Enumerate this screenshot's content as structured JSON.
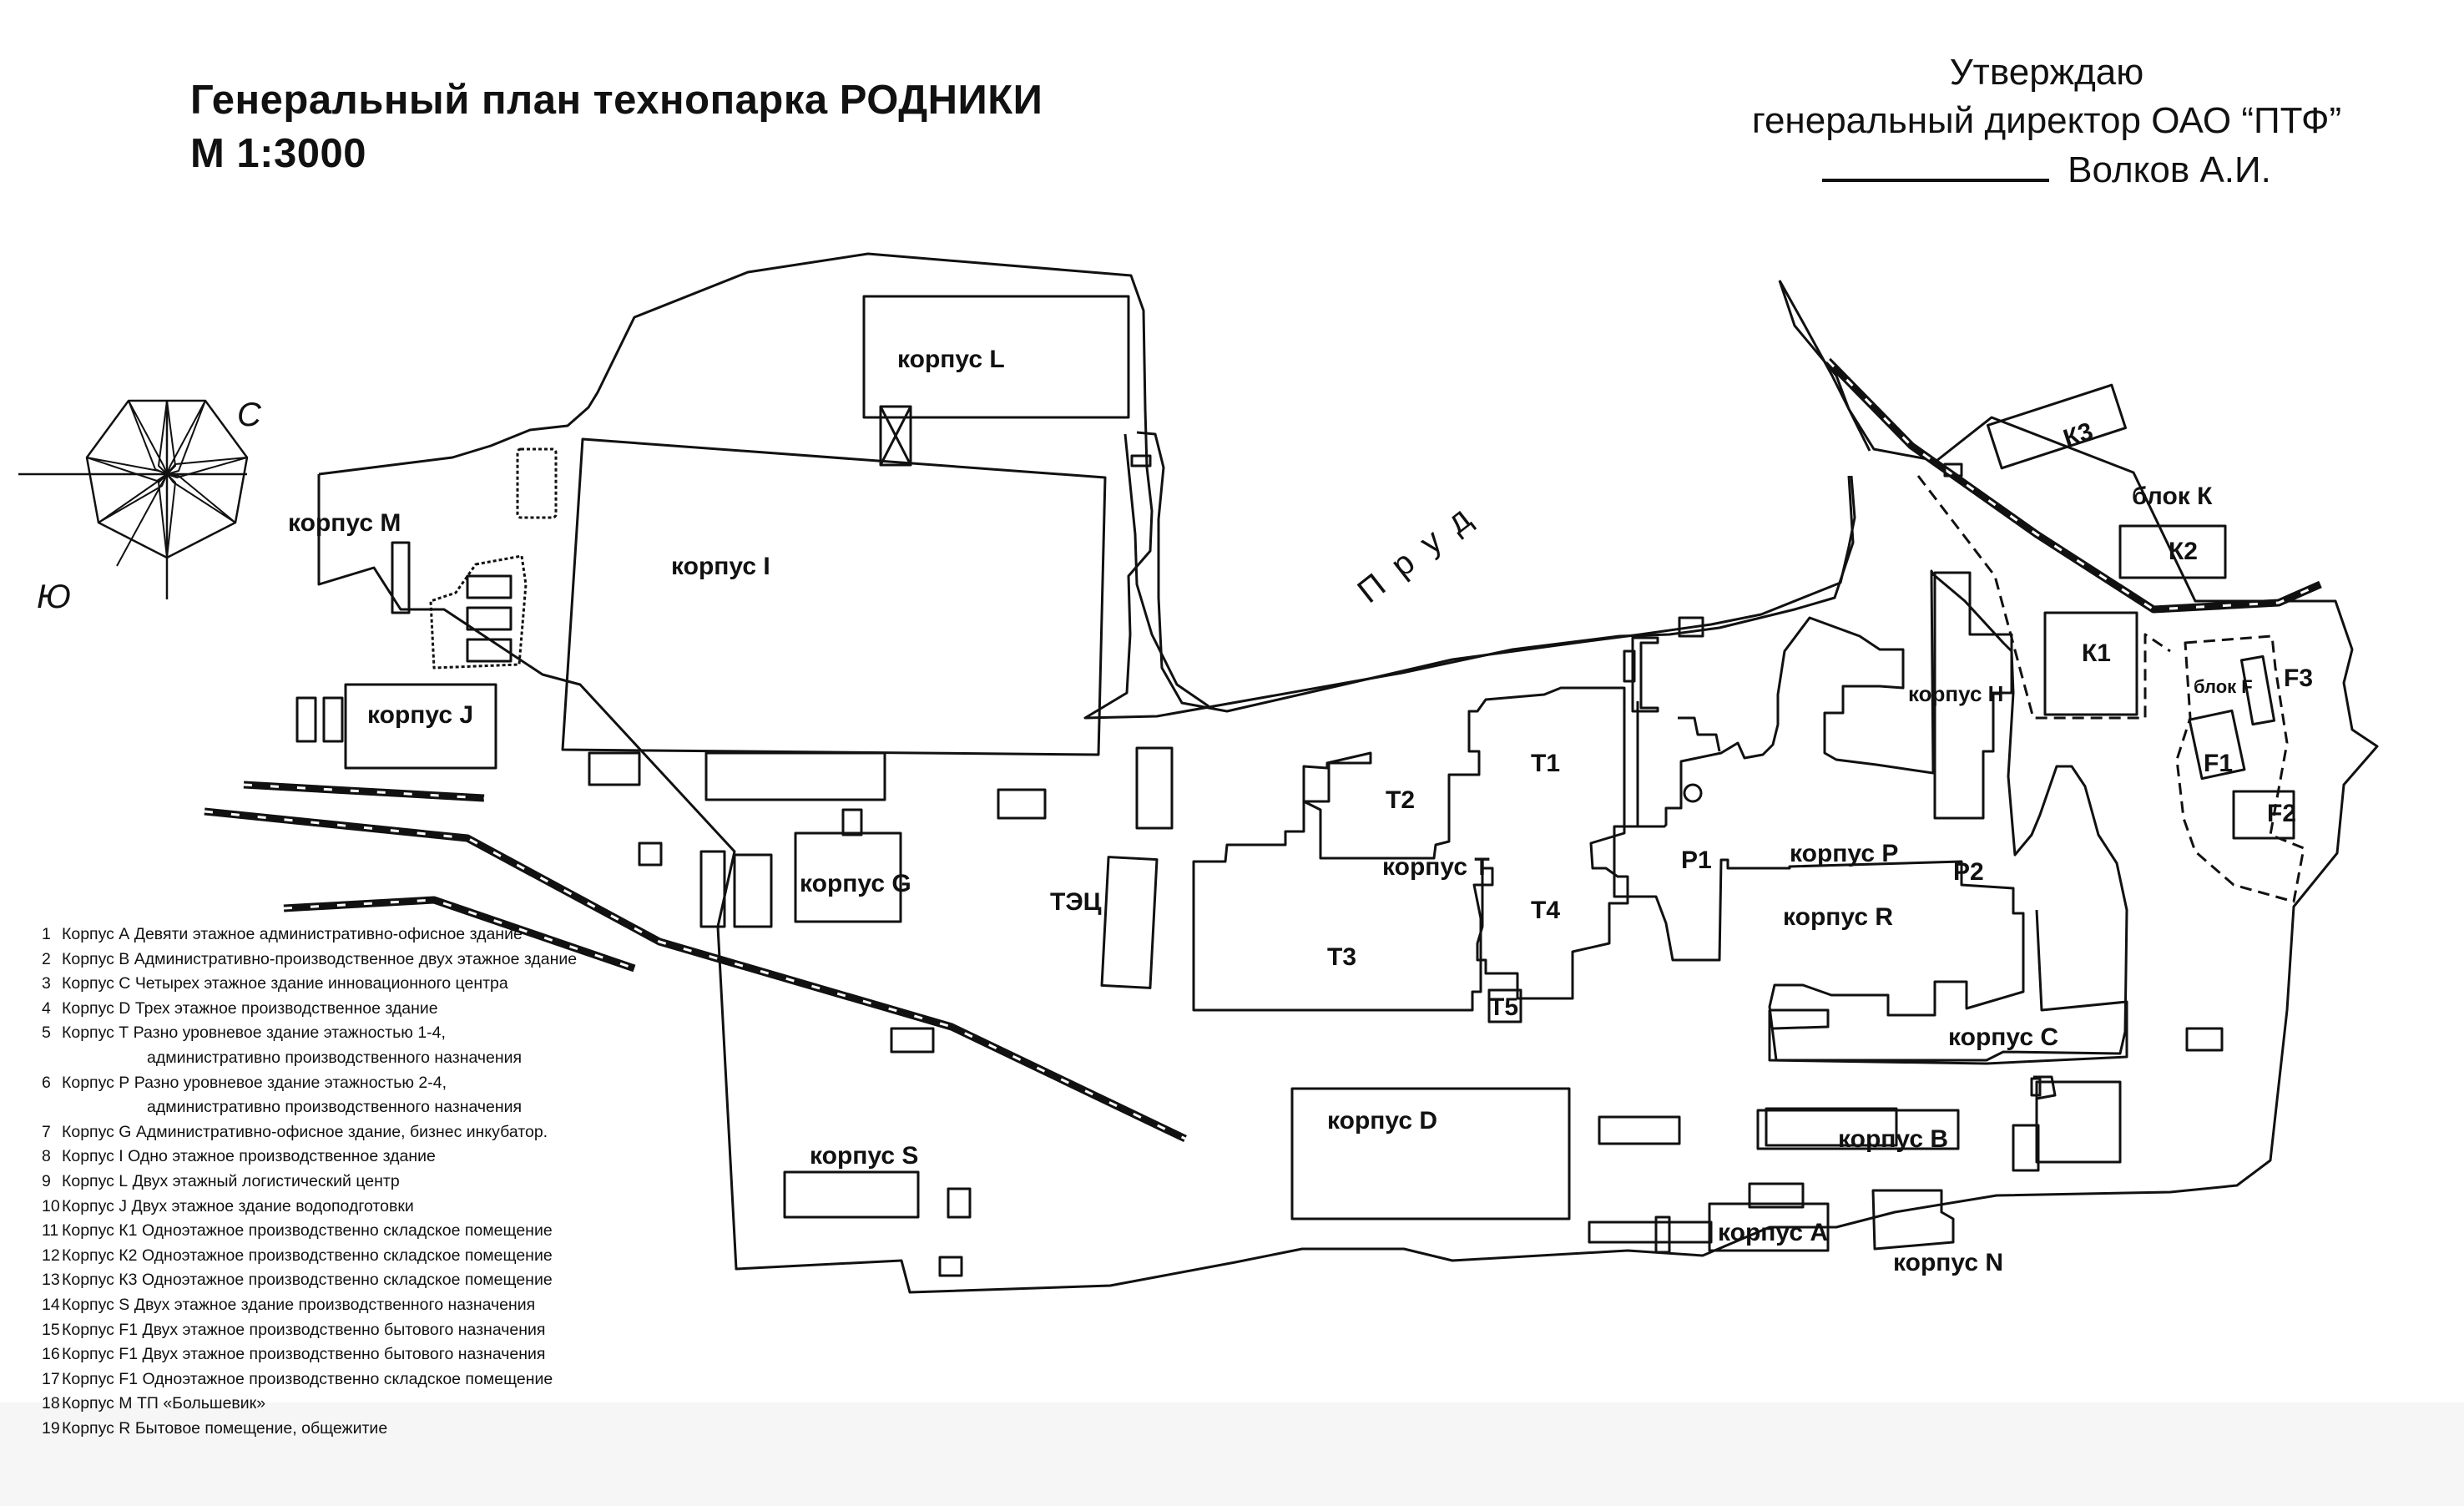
{
  "title": {
    "line1": "Генеральный план технопарка РОДНИКИ",
    "line2": "М 1:3000"
  },
  "approval": {
    "line1": "Утверждаю",
    "line2": "генеральный директор ОАО “ПТФ”",
    "signer": "Волков А.И."
  },
  "compass": {
    "north": "С",
    "south": "Ю",
    "icon": "compass-rose-icon"
  },
  "water": {
    "pond": "Пруд"
  },
  "labels": {
    "korpus_L": "корпус L",
    "korpus_I": "корпус I",
    "korpus_M": "корпус  М",
    "korpus_J": "корпус J",
    "korpus_G": "корпус G",
    "tec": "ТЭЦ",
    "korpus_S": "корпус S",
    "korpus_D": "корпус D",
    "korpus_A": "корпус А",
    "korpus_N": "корпус N",
    "korpus_B": "корпус B",
    "korpus_C": "корпус С",
    "korpus_R": "корпус R",
    "korpus_P": "корпус P",
    "korpus_T": "корпус Т",
    "korpus_H": "корпус H",
    "T1": "Т1",
    "T2": "Т2",
    "T3": "Т3",
    "T4": "Т4",
    "T5": "Т5",
    "P1": "Р1",
    "P2": "Р2",
    "K1": "К1",
    "K2": "К2",
    "K3": "К3",
    "blok_K": "блок К",
    "blok_F": "блок F",
    "F1": "F1",
    "F2": "F2",
    "F3": "F3"
  },
  "legend": [
    {
      "num": "1",
      "corp": "Корпус А",
      "desc": "Девяти этажное административно-офисное  здание"
    },
    {
      "num": "2",
      "corp": "Корпус В",
      "desc": "Административно-производственное двух этажное здание"
    },
    {
      "num": "3",
      "corp": "Корпус С",
      "desc": "Четырех этажное здание инновационного центра"
    },
    {
      "num": "4",
      "corp": "Корпус D",
      "desc": "Трех этажное производственное здание"
    },
    {
      "num": "5",
      "corp": "Корпус Т",
      "desc": "Разно уровневое здание этажностью 1-4,",
      "cont": "административно производственного назначения"
    },
    {
      "num": "6",
      "corp": "Корпус Р",
      "desc": "Разно уровневое здание этажностью 2-4,",
      "cont": "административно производственного назначения"
    },
    {
      "num": "7",
      "corp": "Корпус G",
      "desc": "Административно-офисное здание, бизнес инкубатор."
    },
    {
      "num": "8",
      "corp": "Корпус I",
      "desc": "Одно этажное производственное здание"
    },
    {
      "num": "9",
      "corp": "Корпус L",
      "desc": "Двух этажный логистический центр"
    },
    {
      "num": "10",
      "corp": "Корпус J",
      "desc": "Двух этажное здание водоподготовки"
    },
    {
      "num": "11",
      "corp": "Корпус К1",
      "desc": "Одноэтажное производственно складское помещение"
    },
    {
      "num": "12",
      "corp": "Корпус К2",
      "desc": "Одноэтажное производственно складское помещение"
    },
    {
      "num": "13",
      "corp": "Корпус К3",
      "desc": "Одноэтажное производственно складское помещение"
    },
    {
      "num": "14",
      "corp": "Корпус S",
      "desc": "Двух этажное здание производственного назначения"
    },
    {
      "num": "15",
      "corp": "Корпус F1",
      "desc": "Двух этажное производственно бытового назначения"
    },
    {
      "num": "16",
      "corp": "Корпус F1",
      "desc": "Двух этажное производственно бытового назначения"
    },
    {
      "num": "17",
      "corp": "Корпус F1",
      "desc": "Одноэтажное производственно складское помещение"
    },
    {
      "num": "18",
      "corp": "Корпус М",
      "desc": "ТП «Большевик»"
    },
    {
      "num": "19",
      "corp": "Корпус R",
      "desc": "Бытовое помещение, общежитие"
    }
  ],
  "colors": {
    "ink": "#111111",
    "paper": "#ffffff",
    "band": "#f6f6f6"
  }
}
